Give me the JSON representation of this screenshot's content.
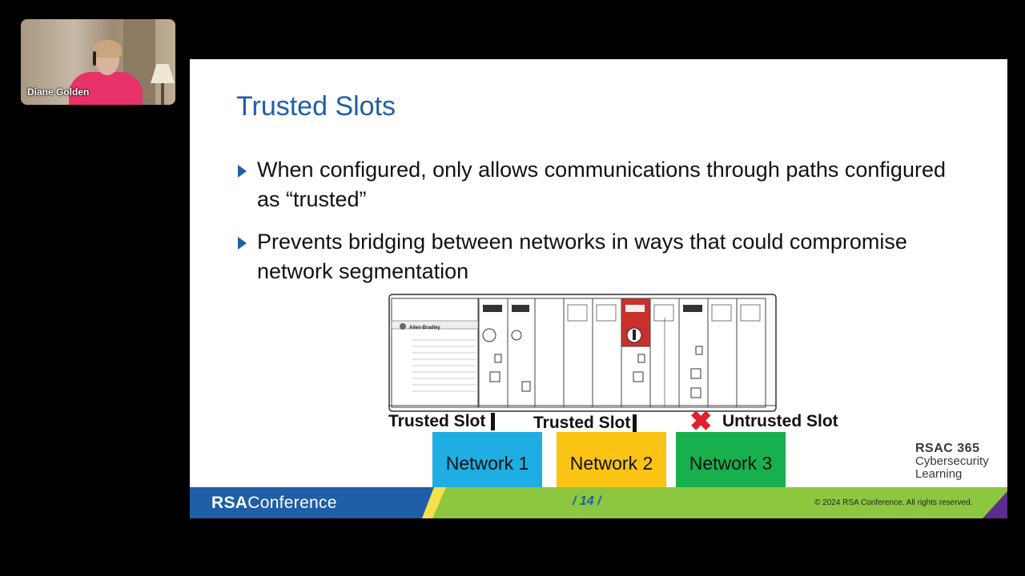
{
  "presenter": {
    "name": "Diane Golden"
  },
  "slide": {
    "title": "Trusted Slots",
    "bullets": [
      "When configured, only allows communications through paths configured as “trusted”",
      "Prevents bridging between networks in ways that could compromise network segmentation"
    ],
    "diagram": {
      "slot_labels": [
        "Trusted Slot",
        "Trusted Slot",
        "Untrusted Slot"
      ],
      "networks": [
        "Network 1",
        "Network 2",
        "Network 3"
      ],
      "chassis_brand": "Allen-Bradley"
    },
    "side_logo": {
      "line1": "RSAC 365",
      "line2": "Cybersecurity",
      "line3": "Learning"
    },
    "footer": {
      "logo_bold": "RSA",
      "logo_rest": "Conference",
      "page": "14",
      "copyright": "© 2024 RSA Conference. All rights reserved."
    }
  },
  "colors": {
    "title": "#1f5ea8",
    "network1": "#1eaee3",
    "network2": "#fbc314",
    "network3": "#17b04d",
    "footer_blue": "#1f5ea8",
    "footer_green": "#8dc63f",
    "untrusted_mark": "#e0202a"
  }
}
